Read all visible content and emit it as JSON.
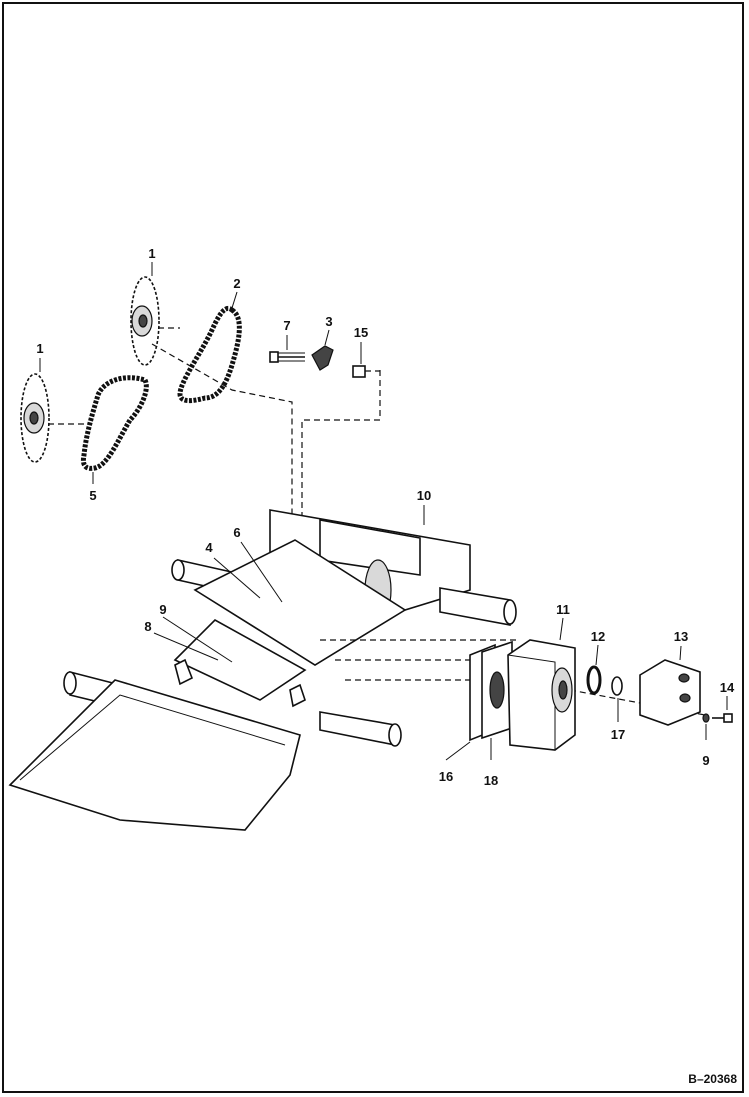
{
  "figure_ref": "B–20368",
  "callouts": {
    "c1a": "1",
    "c1b": "1",
    "c2": "2",
    "c3": "3",
    "c4": "4",
    "c5": "5",
    "c6": "6",
    "c7": "7",
    "c8": "8",
    "c9a": "9",
    "c9b": "9",
    "c10": "10",
    "c11": "11",
    "c12": "12",
    "c13": "13",
    "c14": "14",
    "c15": "15",
    "c16": "16",
    "c17": "17",
    "c18": "18"
  }
}
